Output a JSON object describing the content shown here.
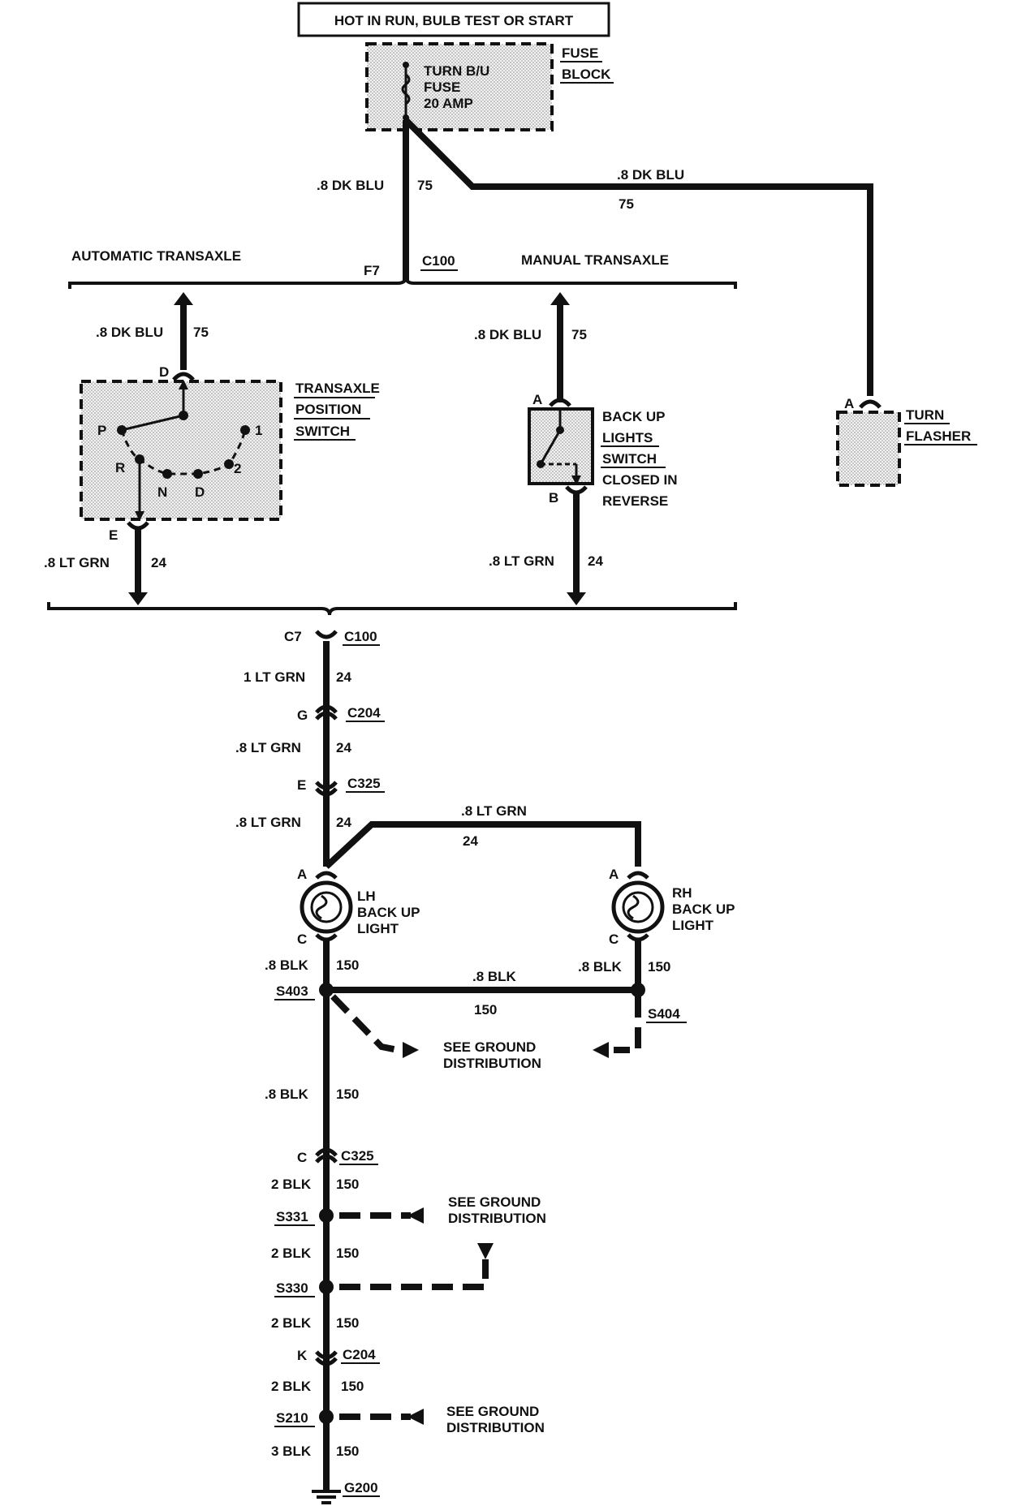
{
  "power_source": "HOT IN RUN, BULB TEST OR START",
  "fuse_block": {
    "title_line1": "FUSE",
    "title_line2": "BLOCK",
    "fuse_line1": "TURN B/U",
    "fuse_line2": "FUSE",
    "fuse_line3": "20 AMP"
  },
  "wires": {
    "dk_blu_size": ".8 DK BLU",
    "dk_blu_circuit": "75",
    "lt_grn_08": ".8 LT GRN",
    "lt_grn_1": "1 LT GRN",
    "lt_grn_circuit": "24",
    "blk_08": ".8 BLK",
    "blk_2": "2 BLK",
    "blk_3": "3 BLK",
    "blk_circuit": "150"
  },
  "sections": {
    "automatic": "AUTOMATIC TRANSAXLE",
    "manual": "MANUAL TRANSAXLE"
  },
  "connectors": {
    "c100": "C100",
    "c204": "C204",
    "c325": "C325",
    "f7": "F7",
    "c7": "C7",
    "g": "G",
    "e": "E",
    "c": "C",
    "k": "K"
  },
  "transaxle_switch": {
    "title_line1": "TRANSAXLE",
    "title_line2": "POSITION",
    "title_line3": "SWITCH",
    "pin_top": "D",
    "pin_bottom": "E",
    "pos_p": "P",
    "pos_r": "R",
    "pos_n": "N",
    "pos_d": "D",
    "pos_2": "2",
    "pos_1": "1"
  },
  "backup_switch": {
    "line1": "BACK UP",
    "line2": "LIGHTS",
    "line3": "SWITCH",
    "line4": "CLOSED IN",
    "line5": "REVERSE",
    "pin_top": "A",
    "pin_bottom": "B"
  },
  "turn_flasher": {
    "line1": "TURN",
    "line2": "FLASHER",
    "pin": "A"
  },
  "lh_light": {
    "line1": "LH",
    "line2": "BACK UP",
    "line3": "LIGHT",
    "pin_top": "A",
    "pin_bottom": "C"
  },
  "rh_light": {
    "line1": "RH",
    "line2": "BACK UP",
    "line3": "LIGHT",
    "pin_top": "A",
    "pin_bottom": "C"
  },
  "splices": {
    "s403": "S403",
    "s404": "S404",
    "s331": "S331",
    "s330": "S330",
    "s210": "S210"
  },
  "ground": {
    "see_line1": "SEE GROUND",
    "see_line2": "DISTRIBUTION",
    "g200": "G200"
  }
}
